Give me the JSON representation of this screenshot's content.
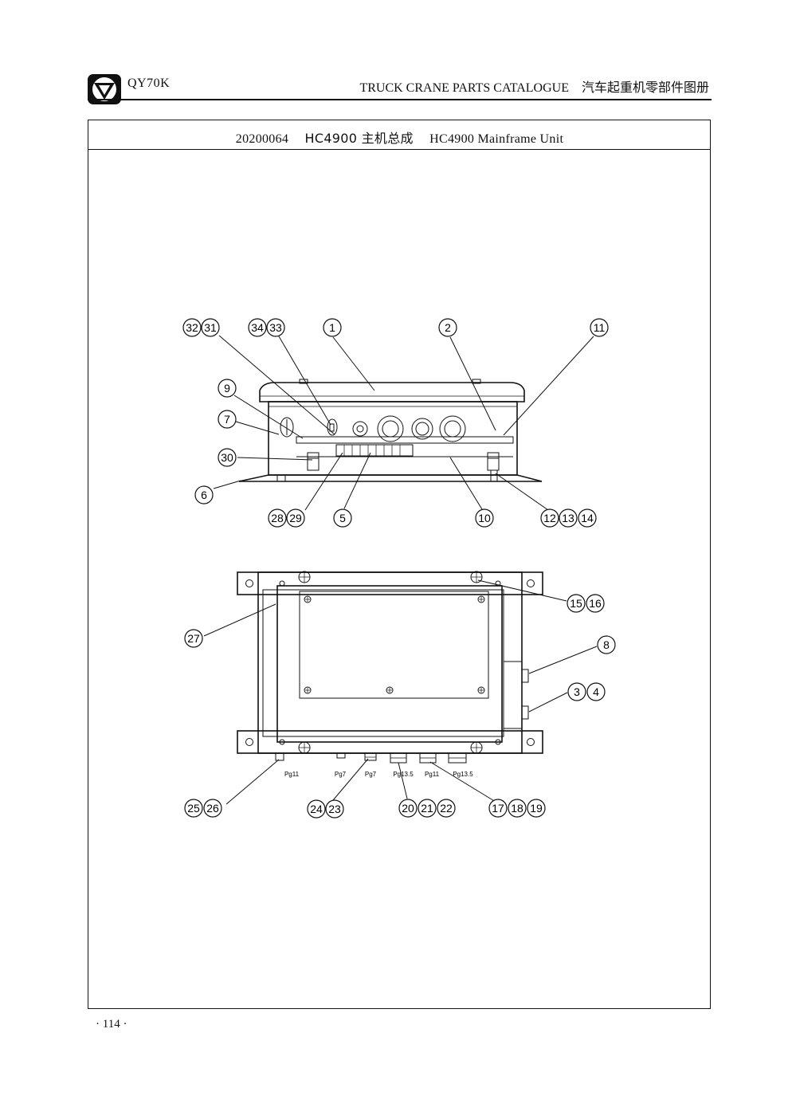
{
  "header": {
    "model": "QY70K",
    "catalog_en": "TRUCK CRANE PARTS CATALOGUE",
    "catalog_cn": "汽车起重机零部件图册"
  },
  "title": {
    "code": "20200064",
    "name_cn": "HC4900 主机总成",
    "name_en": "HC4900 Mainframe Unit"
  },
  "page_number": "· 114 ·",
  "callouts_front": [
    "32",
    "31",
    "34",
    "33",
    "1",
    "2",
    "11",
    "9",
    "7",
    "30",
    "6",
    "28",
    "29",
    "5",
    "10",
    "12",
    "13",
    "14"
  ],
  "callouts_top": [
    "15",
    "16",
    "27",
    "8",
    "3",
    "4",
    "25",
    "26",
    "24",
    "23",
    "20",
    "21",
    "22",
    "17",
    "18",
    "19"
  ],
  "gland_labels": [
    "Pg11",
    "Pg7",
    "Pg7",
    "Pg13.5",
    "Pg11",
    "Pg13.5"
  ]
}
